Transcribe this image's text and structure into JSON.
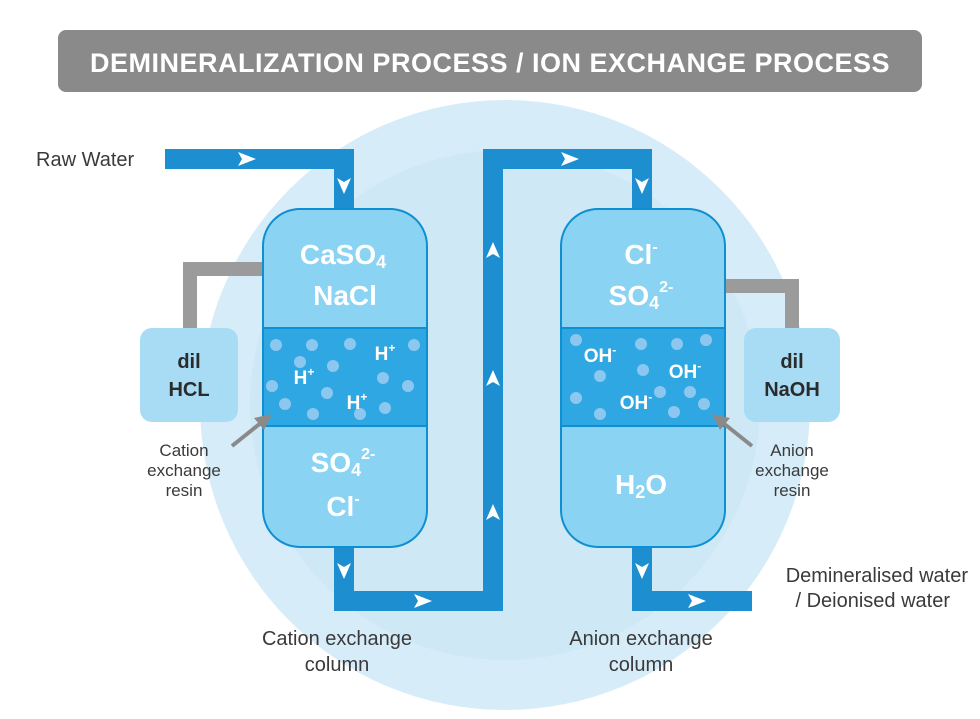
{
  "title": "DEMINERALIZATION PROCESS / ION EXCHANGE PROCESS",
  "colors": {
    "title_bg": "#8a8a8a",
    "title_text": "#ffffff",
    "circle_bg": "#d6ecf8",
    "pipe": "#1d8fd0",
    "column_outer": "#0e8fd2",
    "column_fill": "#8ad3f2",
    "resin_band": "#2fa7e3",
    "bead": "#8cc7ef",
    "reagent_box": "#a8dbf4",
    "gray_pipe": "#9b9b9b",
    "arrow_white": "#ffffff",
    "label_text": "#3a3a3a",
    "reagent_text": "#2b2b2b"
  },
  "labels": {
    "raw_water": "Raw Water",
    "output_line1": "Demineralised water",
    "output_line2": "/ Deionised water"
  },
  "cation_column": {
    "top_line1": "CaSO",
    "top_line1_sub": "4",
    "top_line2": "NaCl",
    "resin_ions": [
      "H",
      "H",
      "H"
    ],
    "resin_ion_sup": "+",
    "bottom_line1": "SO",
    "bottom_line1_sub": "4",
    "bottom_line1_sup": "2-",
    "bottom_line2": "Cl",
    "bottom_line2_sup": "-",
    "caption_line1": "Cation exchange",
    "caption_line2": "column",
    "resin_label": [
      "Cation",
      "exchange",
      "resin"
    ],
    "reagent": [
      "dil",
      "HCL"
    ]
  },
  "anion_column": {
    "top_line1": "Cl",
    "top_line1_sup": "-",
    "top_line2": "SO",
    "top_line2_sub": "4",
    "top_line2_sup": "2-",
    "resin_ions": [
      "OH",
      "OH",
      "OH"
    ],
    "resin_ion_sup": "-",
    "bottom_line1": "H",
    "bottom_line1_sub": "2",
    "bottom_line1_tail": "O",
    "caption_line1": "Anion exchange",
    "caption_line2": "column",
    "resin_label": [
      "Anion",
      "exchange",
      "resin"
    ],
    "reagent": [
      "dil",
      "NaOH"
    ]
  }
}
